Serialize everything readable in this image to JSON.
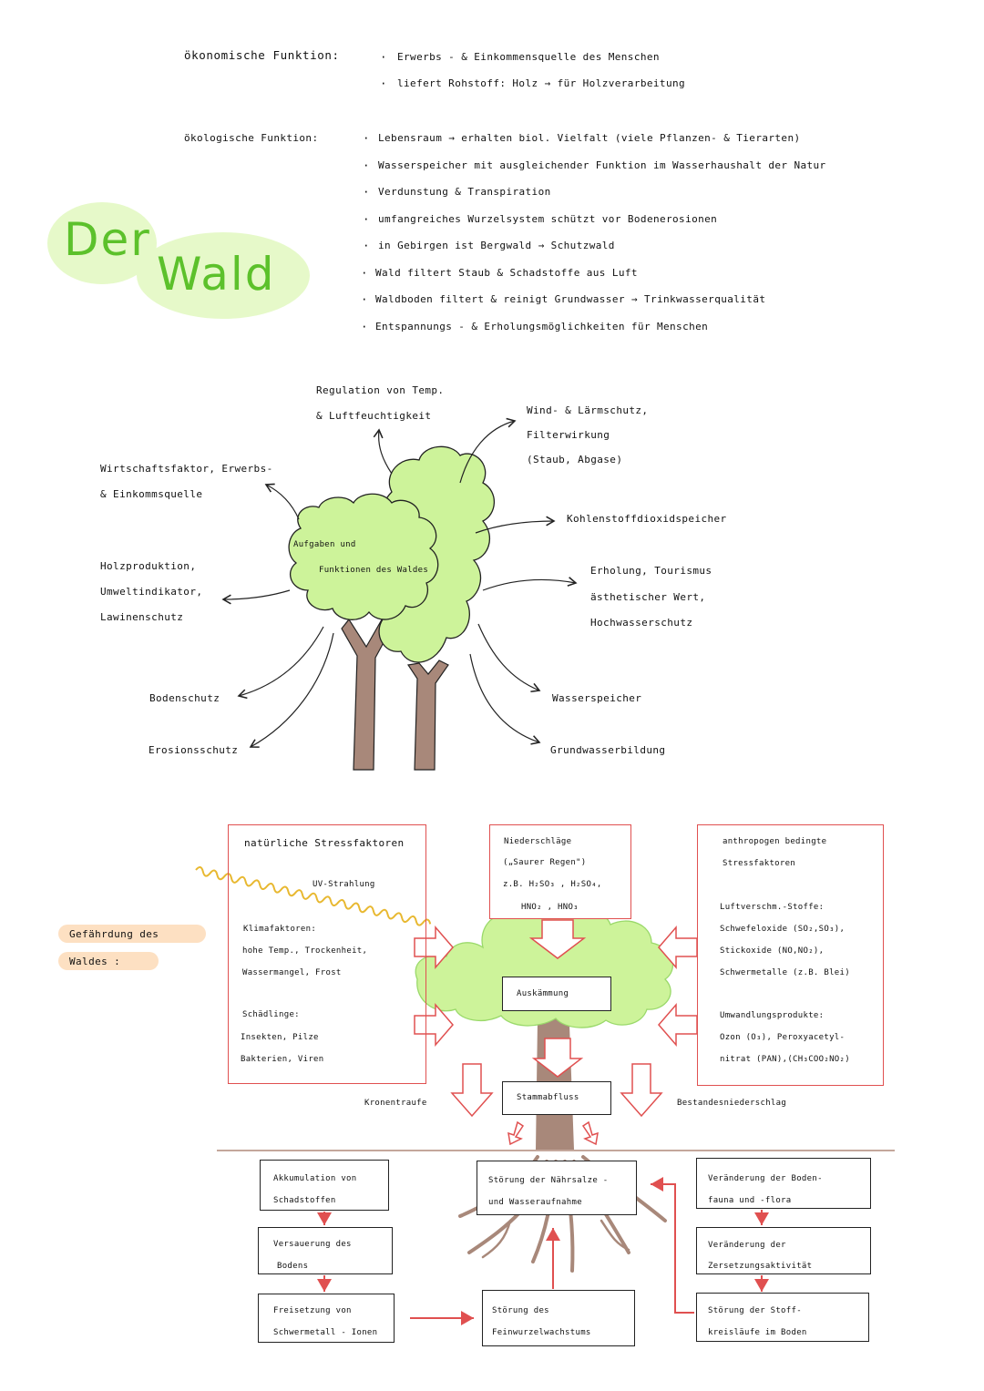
{
  "title": {
    "line1": "Der",
    "line2": "Wald"
  },
  "oekonomisch": {
    "label": "ökonomische Funktion:",
    "items": [
      "Erwerbs - & Einkommensquelle des Menschen",
      "liefert Rohstoff: Holz → für Holzverarbeitung"
    ]
  },
  "oekologisch": {
    "label": "ökologische Funktion:",
    "items": [
      "Lebensraum → erhalten biol. Vielfalt (viele Pflanzen- & Tierarten)",
      "Wasserspeicher mit ausgleichender Funktion im Wasserhaushalt der Natur",
      "Verdunstung & Transpiration",
      "umfangreiches Wurzelsystem schützt vor Bodenerosionen",
      "in Gebirgen ist Bergwald → Schutzwald",
      "Wald filtert Staub & Schadstoffe aus Luft",
      "Waldboden filtert & reinigt Grundwasser → Trinkwasserqualität",
      "Entspannungs - & Erholungsmöglichkeiten für Menschen"
    ]
  },
  "tree_map": {
    "center": [
      "Aufgaben und",
      "Funktionen des Waldes"
    ],
    "regulation": [
      "Regulation von Temp.",
      "& Luftfeuchtigkeit"
    ],
    "wind": [
      "Wind- & Lärmschutz,",
      "Filterwirkung",
      "(Staub, Abgase)"
    ],
    "co2": "Kohlenstoffdioxidspeicher",
    "erholung": [
      "Erholung, Tourismus",
      "ästhetischer Wert,",
      "Hochwasserschutz"
    ],
    "wasserspeicher": "Wasserspeicher",
    "grundwasser": "Grundwasserbildung",
    "wirtschaft": [
      "Wirtschaftsfaktor, Erwerbs-",
      "& Einkommsquelle"
    ],
    "holz": [
      "Holzproduktion,",
      "Umweltindikator,",
      "Lawinenschutz"
    ],
    "bodenschutz": "Bodenschutz",
    "erosion": "Erosionsschutz"
  },
  "gefaehrdung": {
    "label_line1": "Gefährdung des",
    "label_line2": "Waldes :",
    "natuerlich": {
      "title": "natürliche Stressfaktoren",
      "uv": "UV-Strahlung",
      "klima_title": "Klimafaktoren:",
      "klima_1": "hohe Temp., Trockenheit,",
      "klima_2": "Wassermangel, Frost",
      "schaed_title": "Schädlinge:",
      "schaed_1": "Insekten, Pilze",
      "schaed_2": "Bakterien, Viren"
    },
    "niederschlag": {
      "line1": "Niederschläge",
      "line2": "(„Saurer Regen\")",
      "line3": "z.B. H₂SO₃ , H₂SO₄,",
      "line4": "HNO₂ , HNO₃"
    },
    "anthropogen": {
      "title1": "anthropogen bedingte",
      "title2": "Stressfaktoren",
      "luft": "Luftverschm.-Stoffe:",
      "l1": "Schwefeloxide (SO₂,SO₃),",
      "l2": "Stickoxide (NO,NO₂),",
      "l3": "Schwermetalle (z.B. Blei)",
      "umw": "Umwandlungsprodukte:",
      "u1": "Ozon (O₃), Peroxyacetyl-",
      "u2": "nitrat (PAN),(CH₃COO₂NO₂)"
    },
    "auskaemmung": "Auskämmung",
    "stammabfluss": "Stammabfluss",
    "kronentraufe": "Kronentraufe",
    "bestand": "Bestandesniederschlag",
    "akkumulation": [
      "Akkumulation von",
      "Schadstoffen"
    ],
    "versauerung": [
      "Versauerung des",
      "Bodens"
    ],
    "freisetzung": [
      "Freisetzung von",
      "Schwermetall - Ionen"
    ],
    "stoerung_naehr": [
      "Störung der Nährsalze -",
      "und Wasseraufnahme"
    ],
    "stoerung_fein": [
      "Störung des",
      "Feinwurzelwachstums"
    ],
    "veraend_fauna": [
      "Veränderung der Boden-",
      "fauna und -flora"
    ],
    "veraend_zers": [
      "Veränderung der",
      "Zersetzungsaktivität"
    ],
    "stoerung_stoff": [
      "Störung der Stoff-",
      "kreisläufe im Boden"
    ]
  },
  "colors": {
    "green": "#5cc12b",
    "tree_green": "#cdf39a",
    "trunk": "#a8887a",
    "red": "#e05050",
    "orange": "#e8b830",
    "highlight": "#fde0c2"
  }
}
